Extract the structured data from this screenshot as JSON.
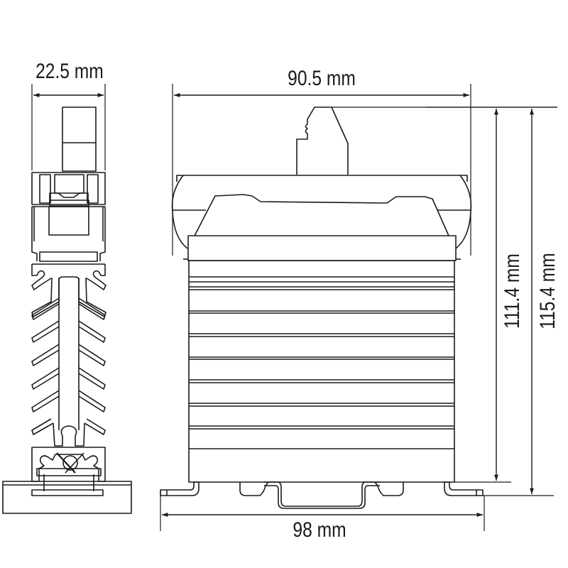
{
  "drawing": {
    "type": "technical dimension drawing",
    "subject": "solid state relay with heatsink on DIN rail",
    "line_color": "#1a1a1a",
    "background": "#ffffff",
    "views": [
      {
        "name": "side view",
        "description": "side profile with finned heatsink and DIN rail clip"
      },
      {
        "name": "front view",
        "description": "front face with plug connector, ribbed housing and DIN rail"
      }
    ]
  },
  "dimensions": {
    "width_side": "22.5 mm",
    "width_front": "90.5 mm",
    "width_base": "98 mm",
    "height_inner": "111.4 mm",
    "height_outer": "115.4 mm"
  }
}
